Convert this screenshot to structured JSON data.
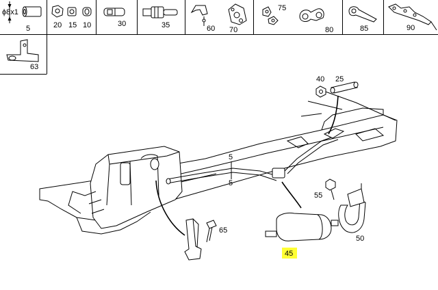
{
  "diagram": {
    "header_cells": [
      {
        "id": "c0",
        "labels": [
          "ϕ8x1",
          "5"
        ]
      },
      {
        "id": "c1",
        "labels": [
          "20",
          "15",
          "10"
        ]
      },
      {
        "id": "c2",
        "labels": [
          "30"
        ]
      },
      {
        "id": "c3",
        "labels": [
          "35"
        ]
      },
      {
        "id": "c4",
        "labels": [
          "60",
          "70"
        ]
      },
      {
        "id": "c5",
        "labels": [
          "75",
          "80"
        ]
      },
      {
        "id": "c6",
        "labels": [
          "85"
        ]
      },
      {
        "id": "c7",
        "labels": [
          "90"
        ]
      },
      {
        "id": "c8",
        "labels": [
          "63"
        ]
      }
    ],
    "callouts": {
      "p40": "40",
      "p25": "25",
      "p5a": "5",
      "p5b": "5",
      "p55": "55",
      "p65": "65",
      "p50": "50",
      "p45": "45"
    },
    "highlight_color": "#ffff33"
  }
}
